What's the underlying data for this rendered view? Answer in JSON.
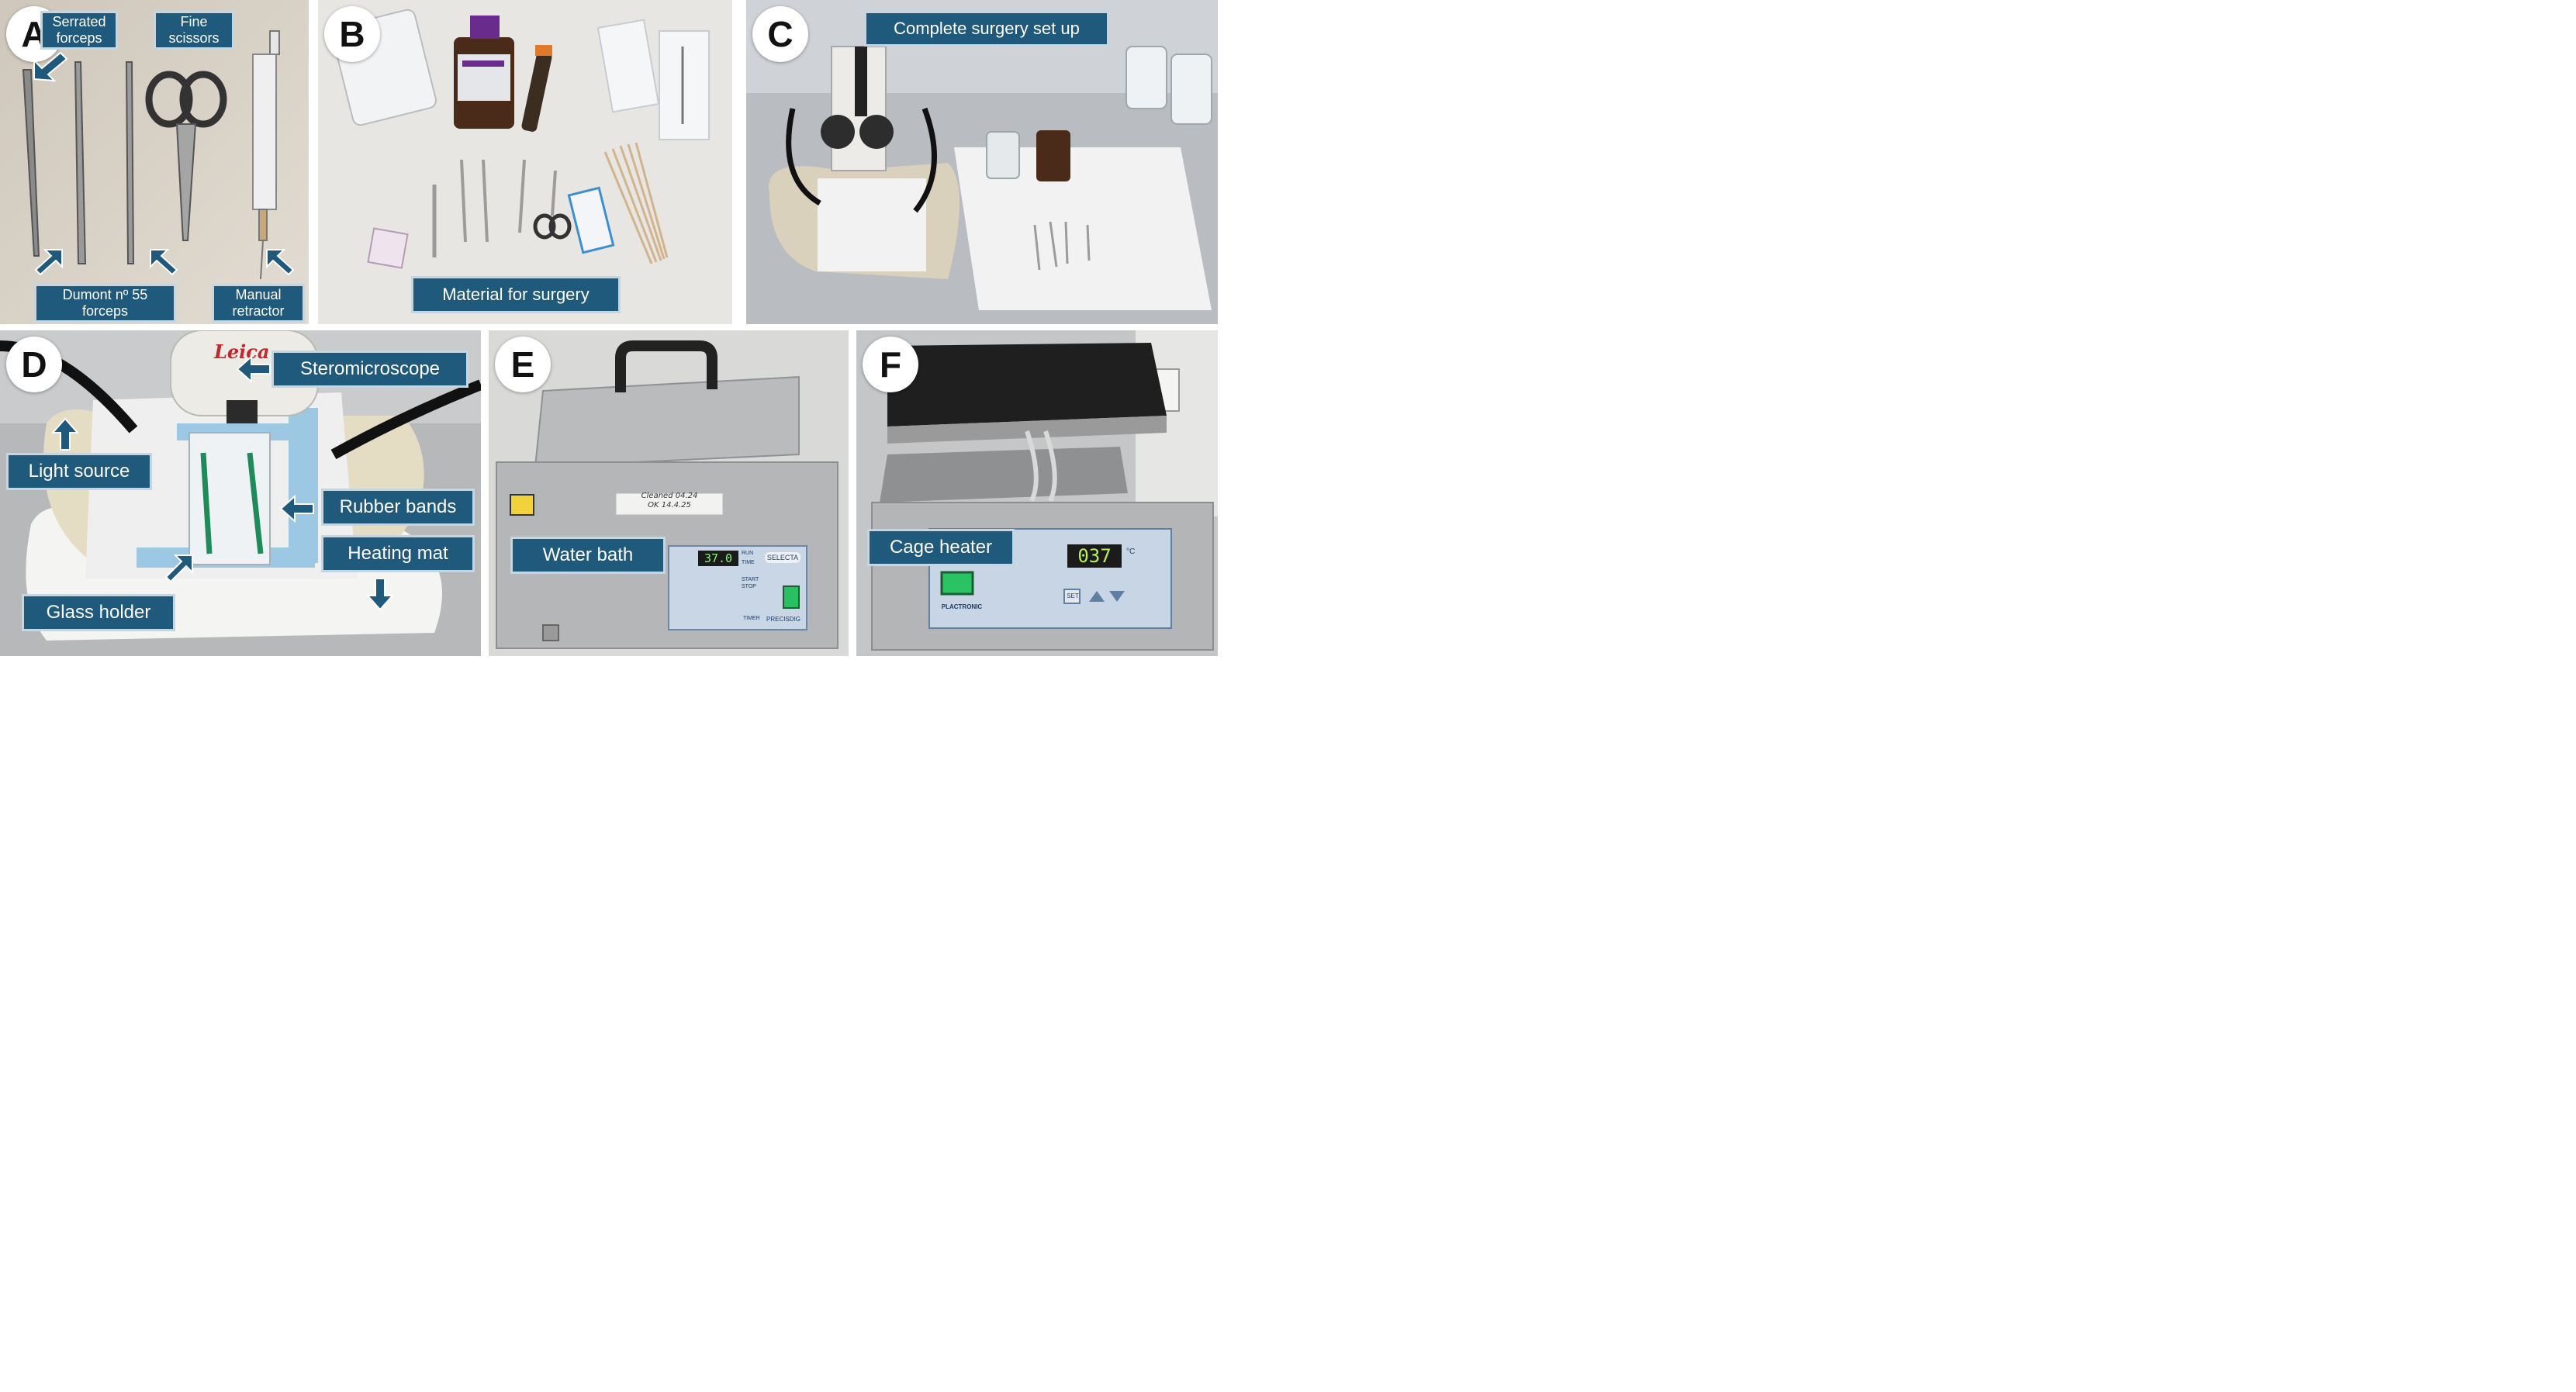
{
  "colors": {
    "callout_fill": "#1f5a7d",
    "callout_border": "#c6d6e0",
    "arrow_fill": "#1f5a7d",
    "arrow_stroke": "#ffffff",
    "panel_label_bg": "#ffffff"
  },
  "panels": {
    "a": {
      "label": "A",
      "callouts": {
        "serrated": "Serrated forceps",
        "fine": "Fine scissors",
        "dumont": "Dumont nº 55 forceps",
        "retractor": "Manual retractor"
      }
    },
    "b": {
      "label": "B",
      "callouts": {
        "material": "Material for surgery"
      }
    },
    "c": {
      "label": "C",
      "callouts": {
        "setup": "Complete surgery set up"
      }
    },
    "d": {
      "label": "D",
      "callouts": {
        "stereo": "Steromicroscope",
        "light": "Light source",
        "rubber": "Rubber bands",
        "heating": "Heating mat",
        "glass": "Glass holder"
      },
      "printed_text": {
        "leica": "Leica"
      }
    },
    "e": {
      "label": "E",
      "callouts": {
        "bath": "Water bath"
      },
      "display": {
        "temperature": "37.0"
      },
      "device_text": {
        "brand": "SELECTA",
        "model": "PRECISDIG",
        "run": "RUN",
        "time": "TIME",
        "start": "START",
        "stop": "STOP",
        "timer": "TIMER",
        "tag1": "Cleaned 04.24",
        "tag2": "OK 14.4.25"
      }
    },
    "f": {
      "label": "F",
      "callouts": {
        "cage": "Cage heater"
      },
      "display": {
        "value": "037",
        "unit": "°C"
      },
      "device_text": {
        "brand": "PLACTRONIC",
        "set": "SET"
      }
    }
  }
}
